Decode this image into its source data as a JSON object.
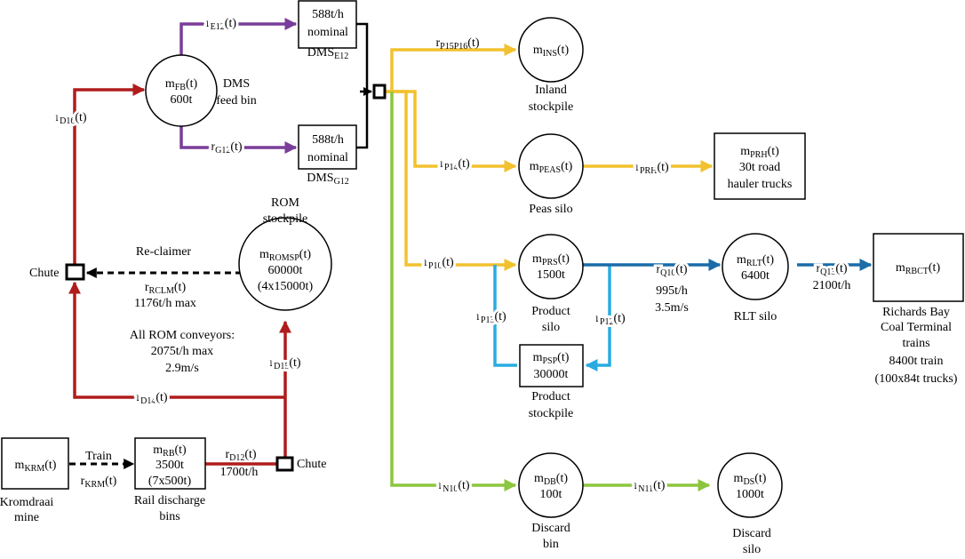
{
  "colors": {
    "red": "#b01c1c",
    "purple": "#7a3d9a",
    "yellow": "#f2c12e",
    "green": "#8cc63e",
    "light_blue": "#29abe2",
    "dark_blue": "#1b6ca8",
    "black": "#000000"
  },
  "nodes": {
    "kromdraai": {
      "main": "m",
      "sub": "KRM",
      "suffix": "(t)",
      "caption1": "Kromdraai",
      "caption2": "mine"
    },
    "rail_bins": {
      "main": "m",
      "sub": "RB",
      "suffix": "(t)",
      "line2": "3500t",
      "line3": "(7x500t)",
      "caption1": "Rail discharge",
      "caption2": "bins"
    },
    "chute_bottom": {
      "label": "Chute"
    },
    "chute_left": {
      "label": "Chute"
    },
    "rom": {
      "main": "m",
      "sub": "ROMSP",
      "suffix": "(t)",
      "line2": "60000t",
      "line3": "(4x15000t)",
      "caption1": "ROM",
      "caption2": "stockpile"
    },
    "feed_bin": {
      "main": "m",
      "sub": "FB",
      "suffix": "(t)",
      "line2": "600t",
      "caption1": "DMS",
      "caption2": "feed bin"
    },
    "dms_e": {
      "line1": "588t/h",
      "line2": "nominal",
      "cap_main": "DMS",
      "cap_sub": "E12"
    },
    "dms_g": {
      "line1": "588t/h",
      "line2": "nominal",
      "cap_main": "DMS",
      "cap_sub": "G12"
    },
    "inland": {
      "main": "m",
      "sub": "INS",
      "suffix": "(t)",
      "caption1": "Inland",
      "caption2": "stockpile"
    },
    "peas": {
      "main": "m",
      "sub": "PEAS",
      "suffix": "(t)",
      "caption1": "Peas silo"
    },
    "road": {
      "main": "m",
      "sub": "PRH",
      "suffix": "(t)",
      "line2": "30t road",
      "line3": "hauler trucks"
    },
    "product_silo": {
      "main": "m",
      "sub": "PRS",
      "suffix": "(t)",
      "line2": "1500t",
      "caption1": "Product",
      "caption2": "silo"
    },
    "product_stockpile": {
      "main": "m",
      "sub": "PSP",
      "suffix": "(t)",
      "line2": "30000t",
      "caption1": "Product",
      "caption2": "stockpile"
    },
    "rlt": {
      "main": "m",
      "sub": "RLT",
      "suffix": "(t)",
      "line2": "6400t",
      "caption1": "RLT silo"
    },
    "rbct": {
      "main": "m",
      "sub": "RBCT",
      "suffix": "(t)",
      "caption1": "Richards Bay",
      "caption2": "Coal Terminal",
      "caption3": "trains",
      "caption4": "8400t train",
      "caption5": "(100x84t trucks)"
    },
    "discard_bin": {
      "main": "m",
      "sub": "DB",
      "suffix": "(t)",
      "line2": "100t",
      "caption1": "Discard",
      "caption2": "bin"
    },
    "discard_silo": {
      "main": "m",
      "sub": "DS",
      "suffix": "(t)",
      "line2": "1000t",
      "caption1": "Discard",
      "caption2": "silo"
    }
  },
  "flows": {
    "train": {
      "label": "Train"
    },
    "r_krm": {
      "main": "r",
      "sub": "KRM",
      "suffix": "(t)"
    },
    "r_d12": {
      "main": "r",
      "sub": "D12",
      "suffix": "(t)",
      "extra": "1700t/h"
    },
    "r_d14": {
      "main": "r",
      "sub": "D14",
      "suffix": "(t)"
    },
    "r_d15": {
      "main": "r",
      "sub": "D15",
      "suffix": "(t)"
    },
    "r_d16": {
      "main": "r",
      "sub": "D16",
      "suffix": "(t)"
    },
    "reclaimer": {
      "label": "Re-claimer",
      "main": "r",
      "sub": "RCLM",
      "suffix": "(t)",
      "extra": "1176t/h max"
    },
    "rom_conveyors": {
      "line1": "All ROM conveyors:",
      "line2": "2075t/h max",
      "line3": "2.9m/s"
    },
    "r_e12": {
      "main": "r",
      "sub": "E12",
      "suffix": "(t)"
    },
    "r_g12": {
      "main": "r",
      "sub": "G12",
      "suffix": "(t)"
    },
    "r_p15p16": {
      "main": "r",
      "sub": "P15P16",
      "suffix": "(t)"
    },
    "r_p14": {
      "main": "r",
      "sub": "P14",
      "suffix": "(t)"
    },
    "r_prh": {
      "main": "r",
      "sub": "PRH",
      "suffix": "(t)"
    },
    "r_p10": {
      "main": "r",
      "sub": "P10",
      "suffix": "(t)"
    },
    "r_p13": {
      "main": "r",
      "sub": "P13",
      "suffix": "(t)"
    },
    "r_p12": {
      "main": "r",
      "sub": "P12",
      "suffix": "(t)"
    },
    "r_q10": {
      "main": "r",
      "sub": "Q10",
      "suffix": "(t)",
      "extra1": "995t/h",
      "extra2": "3.5m/s"
    },
    "r_q13": {
      "main": "r",
      "sub": "Q13",
      "suffix": "(t)",
      "extra": "2100t/h"
    },
    "r_n10": {
      "main": "r",
      "sub": "N10",
      "suffix": "(t)"
    },
    "r_n11": {
      "main": "r",
      "sub": "N11",
      "suffix": "(t)"
    }
  }
}
